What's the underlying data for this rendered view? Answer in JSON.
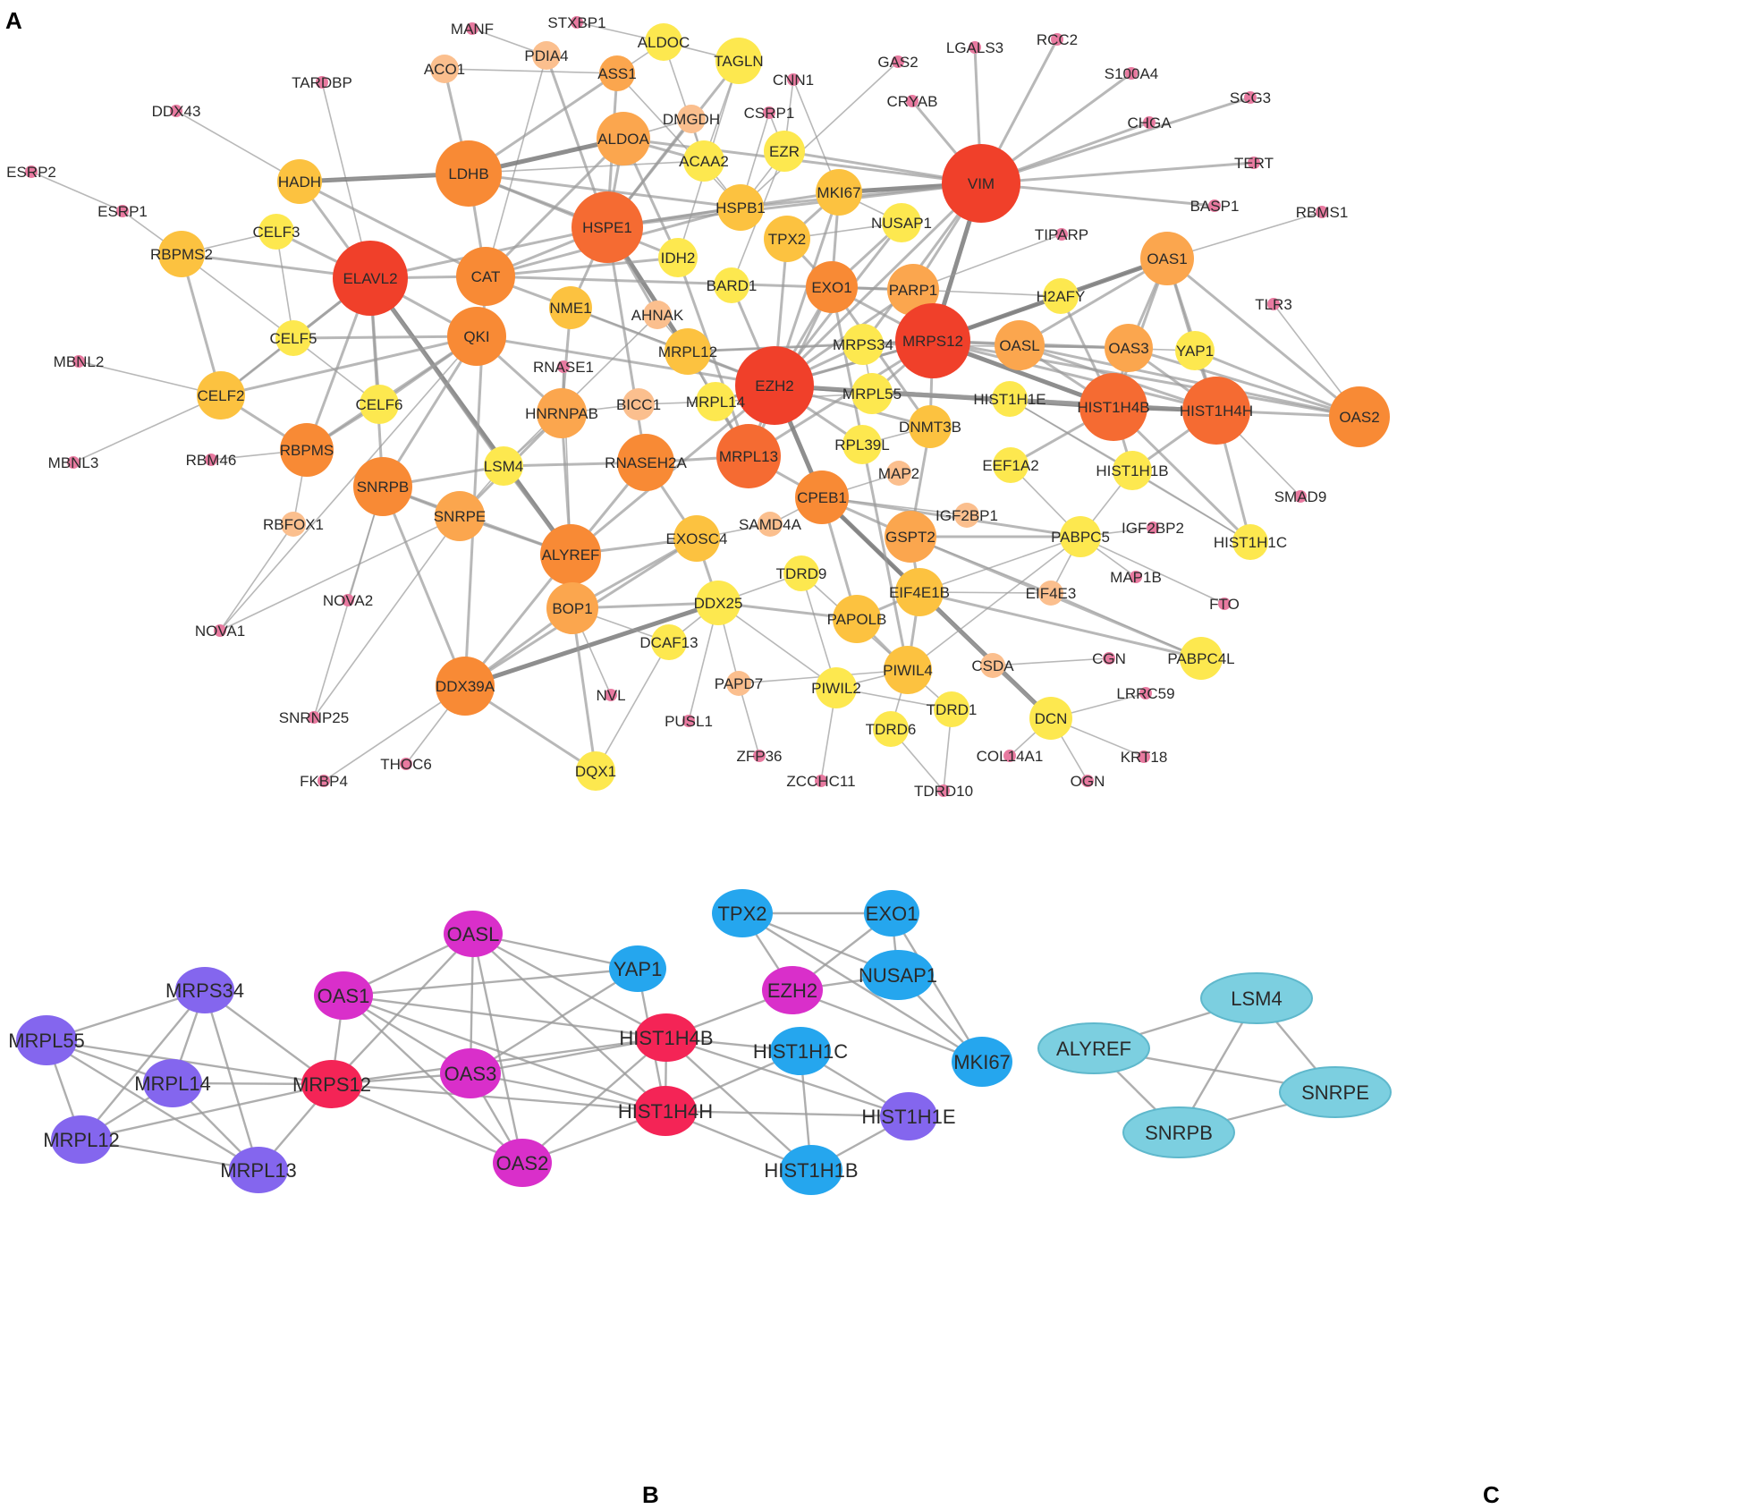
{
  "panels": {
    "a": "A",
    "b": "B",
    "c": "C"
  },
  "colors": {
    "hot": "#f0402a",
    "redorange": "#f56b32",
    "orange": "#f88a35",
    "lightorange": "#fba64e",
    "amber": "#fcc240",
    "yellow": "#fde84f",
    "peach": "#fbbf8e",
    "pink": "#e87aa0",
    "edge": "#9a9a9a",
    "b_purple": "#8466ee",
    "b_red": "#f42456",
    "b_magenta": "#d92fca",
    "b_blue": "#25a6ee",
    "c_cyan": "#7ccfe0"
  },
  "network_a": {
    "nodes": [
      {
        "label": "MANF"
      },
      {
        "label": "STXBP1"
      },
      {
        "label": "ALDOC"
      },
      {
        "label": "TAGLN"
      },
      {
        "label": "PDIA4"
      },
      {
        "label": "ACO1"
      },
      {
        "label": "ASS1"
      },
      {
        "label": "CNN1"
      },
      {
        "label": "GAS2"
      },
      {
        "label": "LGALS3"
      },
      {
        "label": "RCC2"
      },
      {
        "label": "S100A4"
      },
      {
        "label": "SCG3"
      },
      {
        "label": "TARDBP"
      },
      {
        "label": "DMGDH"
      },
      {
        "label": "CSRP1"
      },
      {
        "label": "CRYAB"
      },
      {
        "label": "CHGA"
      },
      {
        "label": "DDX43"
      },
      {
        "label": "ALDOA"
      },
      {
        "label": "ACAA2"
      },
      {
        "label": "EZR"
      },
      {
        "label": "TERT"
      },
      {
        "label": "ESRP2"
      },
      {
        "label": "HADH"
      },
      {
        "label": "LDHB"
      },
      {
        "label": "VIM"
      },
      {
        "label": "ESRP1"
      },
      {
        "label": "MKI67"
      },
      {
        "label": "BASP1"
      },
      {
        "label": "RBMS1"
      },
      {
        "label": "HSPB1"
      },
      {
        "label": "HSPE1"
      },
      {
        "label": "NUSAP1"
      },
      {
        "label": "CELF3"
      },
      {
        "label": "TIPARP"
      },
      {
        "label": "RBPMS2"
      },
      {
        "label": "TPX2"
      },
      {
        "label": "IDH2"
      },
      {
        "label": "OAS1"
      },
      {
        "label": "ELAVL2"
      },
      {
        "label": "CAT"
      },
      {
        "label": "BARD1"
      },
      {
        "label": "EXO1"
      },
      {
        "label": "PARP1"
      },
      {
        "label": "H2AFY"
      },
      {
        "label": "TLR3"
      },
      {
        "label": "NME1"
      },
      {
        "label": "AHNAK"
      },
      {
        "label": "CELF5"
      },
      {
        "label": "QKI"
      },
      {
        "label": "MRPS12"
      },
      {
        "label": "OASL"
      },
      {
        "label": "OAS3"
      },
      {
        "label": "YAP1"
      },
      {
        "label": "MBNL2"
      },
      {
        "label": "MRPL12"
      },
      {
        "label": "MRPS34"
      },
      {
        "label": "RNASE1"
      },
      {
        "label": "EZH2"
      },
      {
        "label": "CELF2"
      },
      {
        "label": "CELF6"
      },
      {
        "label": "BICC1"
      },
      {
        "label": "MRPL14"
      },
      {
        "label": "MRPL55"
      },
      {
        "label": "HIST1H1E"
      },
      {
        "label": "HIST1H4B"
      },
      {
        "label": "HIST1H4H"
      },
      {
        "label": "OAS2"
      },
      {
        "label": "HNRNPAB"
      },
      {
        "label": "DNMT3B"
      },
      {
        "label": "RBPMS"
      },
      {
        "label": "MRPL13"
      },
      {
        "label": "RPL39L"
      },
      {
        "label": "EEF1A2"
      },
      {
        "label": "MBNL3"
      },
      {
        "label": "RBM46"
      },
      {
        "label": "LSM4"
      },
      {
        "label": "RNASEH2A"
      },
      {
        "label": "HIST1H1B"
      },
      {
        "label": "SNRPB"
      },
      {
        "label": "MAP2"
      },
      {
        "label": "SMAD9"
      },
      {
        "label": "CPEB1"
      },
      {
        "label": "SNRPE"
      },
      {
        "label": "IGF2BP1"
      },
      {
        "label": "RBFOX1"
      },
      {
        "label": "SAMD4A"
      },
      {
        "label": "IGF2BP2"
      },
      {
        "label": "GSPT2"
      },
      {
        "label": "PABPC5"
      },
      {
        "label": "HIST1H1C"
      },
      {
        "label": "EXOSC4"
      },
      {
        "label": "ALYREF"
      },
      {
        "label": "TDRD9"
      },
      {
        "label": "MAP1B"
      },
      {
        "label": "NOVA2"
      },
      {
        "label": "EIF4E1B"
      },
      {
        "label": "EIF4E3"
      },
      {
        "label": "FTO"
      },
      {
        "label": "DDX25"
      },
      {
        "label": "BOP1"
      },
      {
        "label": "PAPOLB"
      },
      {
        "label": "NOVA1"
      },
      {
        "label": "DCAF13"
      },
      {
        "label": "PABPC4L"
      },
      {
        "label": "PIWIL4"
      },
      {
        "label": "CSDA"
      },
      {
        "label": "CGN"
      },
      {
        "label": "DDX39A"
      },
      {
        "label": "PAPD7"
      },
      {
        "label": "PIWIL2"
      },
      {
        "label": "NVL"
      },
      {
        "label": "LRRC59"
      },
      {
        "label": "TDRD1"
      },
      {
        "label": "DCN"
      },
      {
        "label": "SNRNP25"
      },
      {
        "label": "PUSL1"
      },
      {
        "label": "TDRD6"
      },
      {
        "label": "ZFP36"
      },
      {
        "label": "COL14A1"
      },
      {
        "label": "KRT18"
      },
      {
        "label": "DQX1"
      },
      {
        "label": "THOC6"
      },
      {
        "label": "ZCCHC11"
      },
      {
        "label": "FKBP4"
      },
      {
        "label": "OGN"
      },
      {
        "label": "TDRD10"
      }
    ]
  },
  "network_b": {
    "nodes": [
      {
        "label": "TPX2"
      },
      {
        "label": "EXO1"
      },
      {
        "label": "OASL"
      },
      {
        "label": "YAP1"
      },
      {
        "label": "NUSAP1"
      },
      {
        "label": "MRPS34"
      },
      {
        "label": "OAS1"
      },
      {
        "label": "EZH2"
      },
      {
        "label": "MRPL55"
      },
      {
        "label": "HIST1H4B"
      },
      {
        "label": "MKI67"
      },
      {
        "label": "HIST1H1C"
      },
      {
        "label": "MRPL14"
      },
      {
        "label": "OAS3"
      },
      {
        "label": "MRPS12"
      },
      {
        "label": "HIST1H4H"
      },
      {
        "label": "HIST1H1E"
      },
      {
        "label": "MRPL12"
      },
      {
        "label": "OAS2"
      },
      {
        "label": "MRPL13"
      },
      {
        "label": "HIST1H1B"
      }
    ]
  },
  "network_c": {
    "nodes": [
      {
        "label": "LSM4"
      },
      {
        "label": "ALYREF"
      },
      {
        "label": "SNRPE"
      },
      {
        "label": "SNRPB"
      }
    ]
  }
}
